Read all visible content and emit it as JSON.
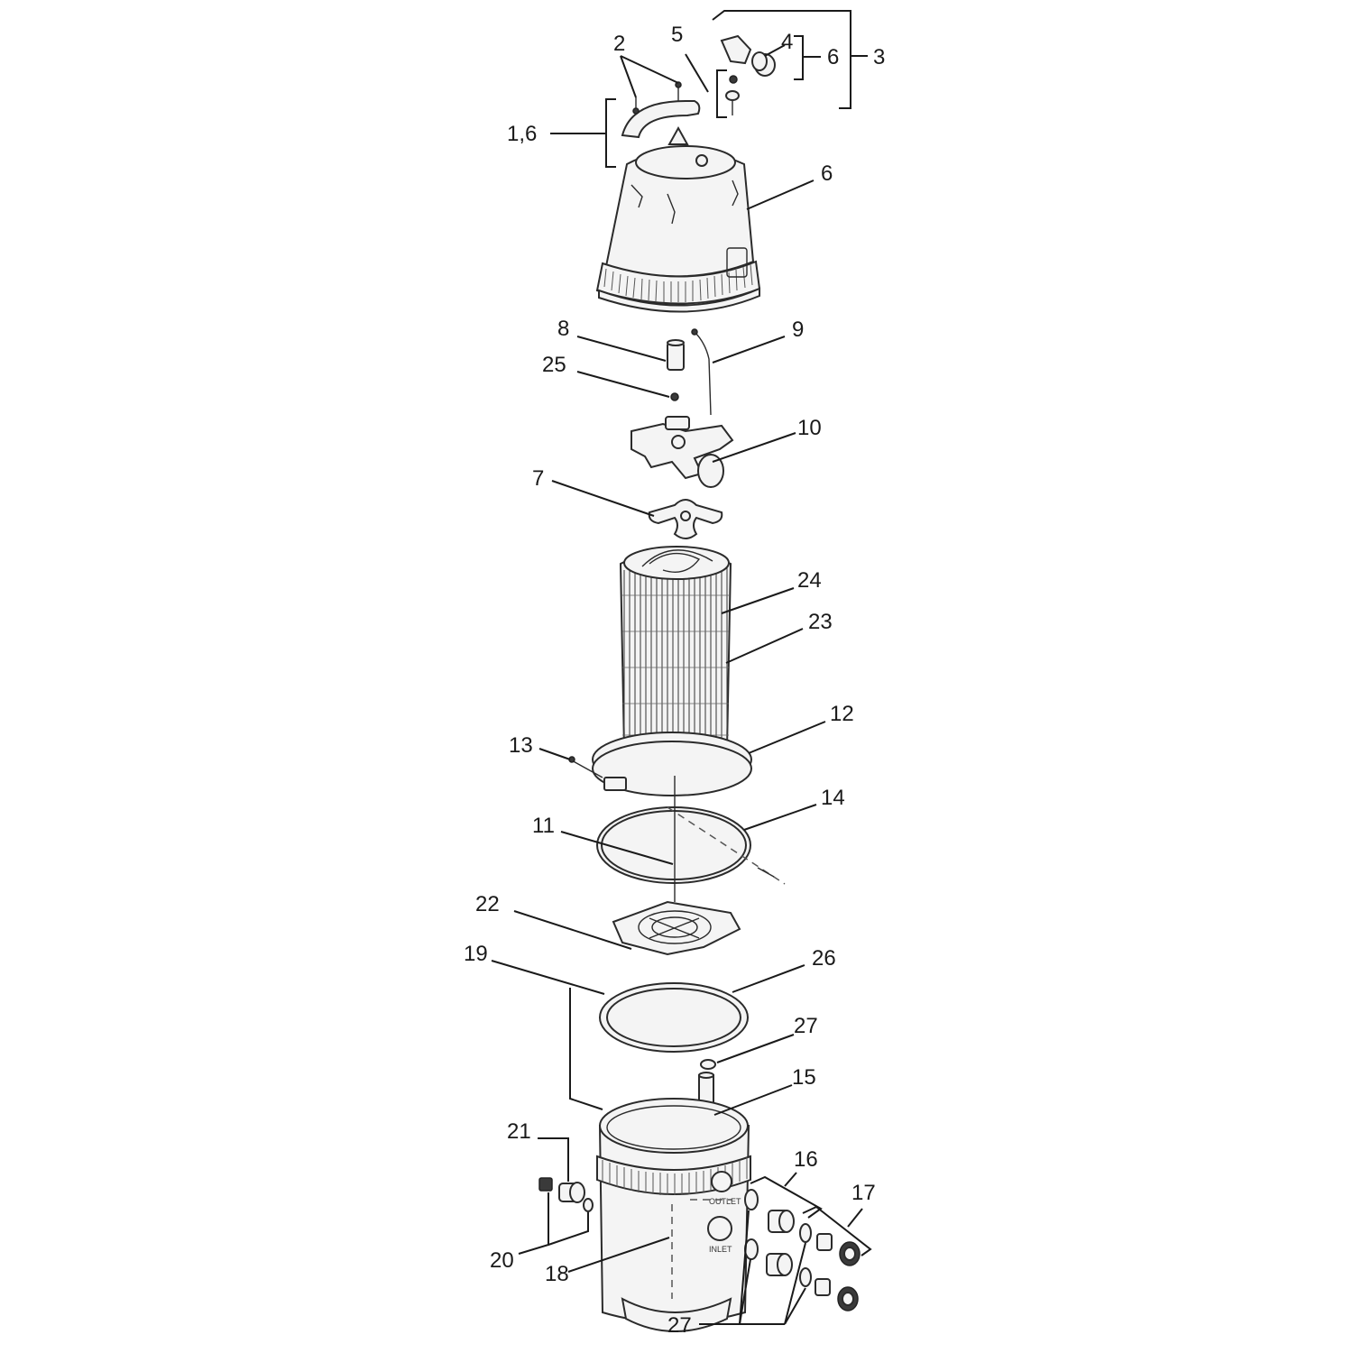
{
  "callouts": {
    "c2": "2",
    "c5": "5",
    "c4": "4",
    "c6_group": "6",
    "c3": "3",
    "c1_6": "1,6",
    "c6_lid": "6",
    "c8": "8",
    "c9": "9",
    "c25": "25",
    "c10": "10",
    "c7": "7",
    "c24": "24",
    "c23": "23",
    "c12": "12",
    "c13": "13",
    "c14": "14",
    "c11": "11",
    "c22": "22",
    "c19": "19",
    "c26": "26",
    "c27_top": "27",
    "c15": "15",
    "c21": "21",
    "c16": "16",
    "c17": "17",
    "c20": "20",
    "c18": "18",
    "c27_bottom": "27"
  },
  "port_labels": {
    "outlet": "OUTLET",
    "inlet": "INLET"
  }
}
